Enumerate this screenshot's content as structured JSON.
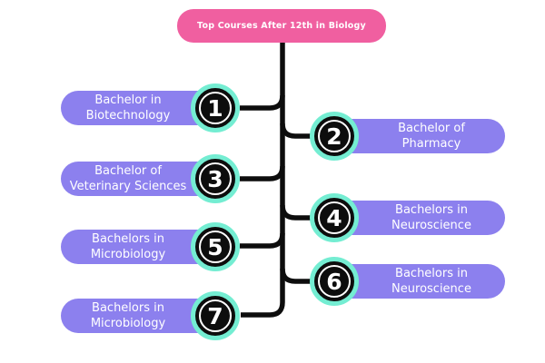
{
  "title": {
    "label": "Top Courses After 12th in Biology"
  },
  "colors": {
    "pink": "#F05FA0",
    "purple": "#8C80EE",
    "teal": "#74EDD2",
    "line": "#0D0D0D",
    "text": "#FFFFFF"
  },
  "items": [
    {
      "number": "1",
      "side": "left",
      "label_line1": "Bachelor in",
      "label_line2": "Biotechnology"
    },
    {
      "number": "2",
      "side": "right",
      "label_line1": "Bachelor of",
      "label_line2": "Pharmacy"
    },
    {
      "number": "3",
      "side": "left",
      "label_line1": "Bachelor of",
      "label_line2": "Veterinary Sciences"
    },
    {
      "number": "4",
      "side": "right",
      "label_line1": "Bachelors in",
      "label_line2": "Neuroscience"
    },
    {
      "number": "5",
      "side": "left",
      "label_line1": "Bachelors in",
      "label_line2": "Microbiology"
    },
    {
      "number": "6",
      "side": "right",
      "label_line1": "Bachelors in",
      "label_line2": "Neuroscience"
    },
    {
      "number": "7",
      "side": "left",
      "label_line1": "Bachelors in",
      "label_line2": "Microbiology"
    }
  ]
}
